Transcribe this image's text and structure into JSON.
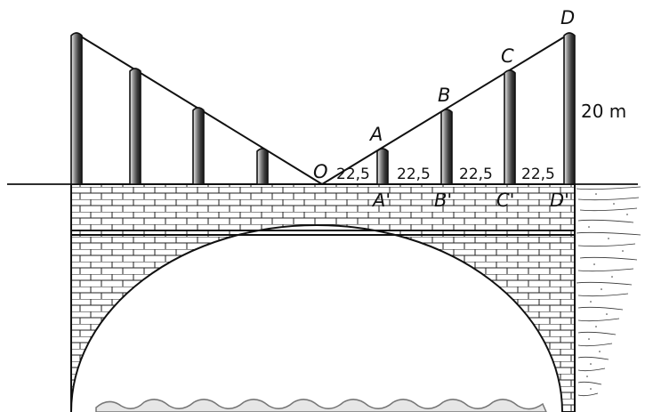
{
  "diagram": {
    "point_labels": {
      "O": "O",
      "A": "A",
      "B": "B",
      "C": "C",
      "D": "D",
      "A_prime": "A'",
      "B_prime": "B'",
      "C_prime": "C'",
      "D_prime": "D'"
    },
    "segment_labels": [
      "22,5",
      "22,5",
      "22,5",
      "22,5"
    ],
    "height_label": "20 m"
  }
}
